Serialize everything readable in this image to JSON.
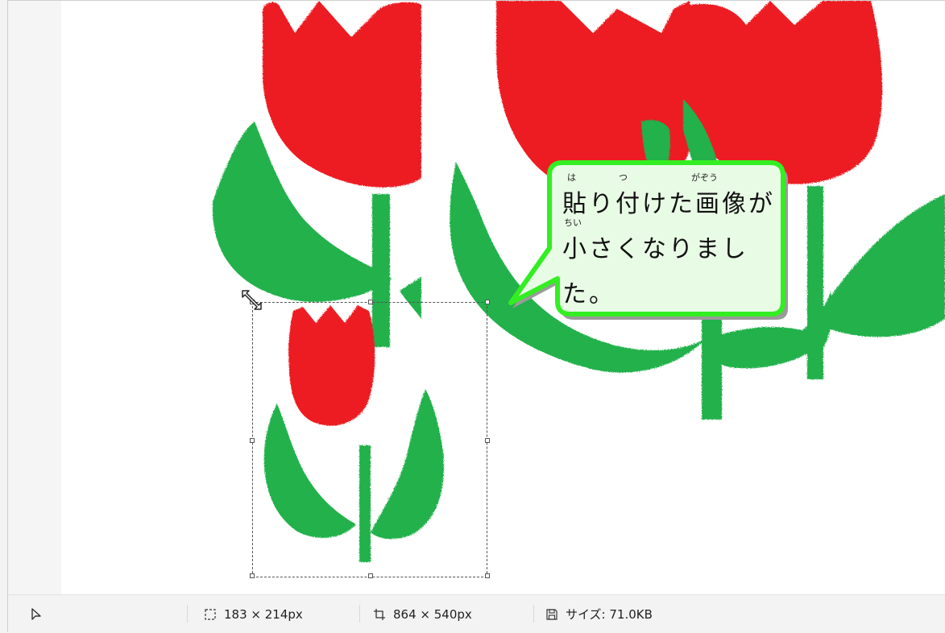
{
  "callout": {
    "ruby": {
      "ha": "は",
      "tsu": "つ",
      "gazou": "がぞう",
      "chii": "ちい"
    },
    "line1": "貼り付けた画像が",
    "line2": "小さくなりまし",
    "line3": "た。"
  },
  "statusbar": {
    "selection_size": "183 × 214px",
    "image_size": "864 × 540px",
    "file_size": "サイズ: 71.0KB"
  },
  "icons": {
    "pointer": "pointer-icon",
    "selection": "selection-size-icon",
    "canvas": "canvas-size-icon",
    "save": "save-icon",
    "resize": "resize-cursor-icon"
  },
  "colors": {
    "tulip_red": "#ec1c24",
    "leaf_green": "#22b14c",
    "callout_fill": "#e8fbe5",
    "callout_border": "#33ee22"
  }
}
